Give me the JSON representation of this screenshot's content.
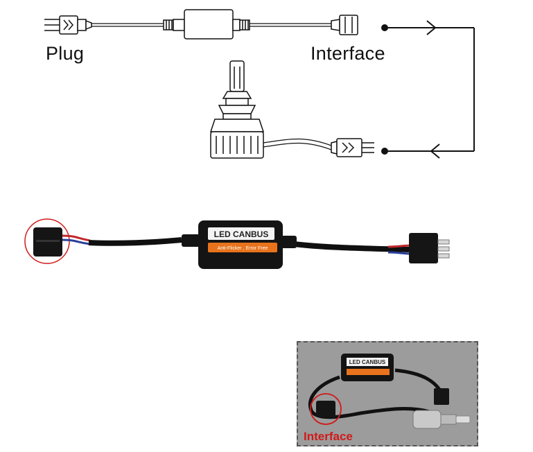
{
  "labels": {
    "plug": "Plug",
    "interface": "Interface"
  },
  "decoder": {
    "title": "LED CANBUS",
    "subtitle": "Anti-Flicker , Error Free"
  },
  "photo": {
    "interface_label": "Interface",
    "decoder_title": "LED CANBUS"
  },
  "colors": {
    "line": "#111111",
    "highlight_circle": "#d01a1a",
    "decoder_orange": "#e8731c",
    "wire_red": "#c0282c",
    "wire_blue": "#2a3f9a"
  }
}
